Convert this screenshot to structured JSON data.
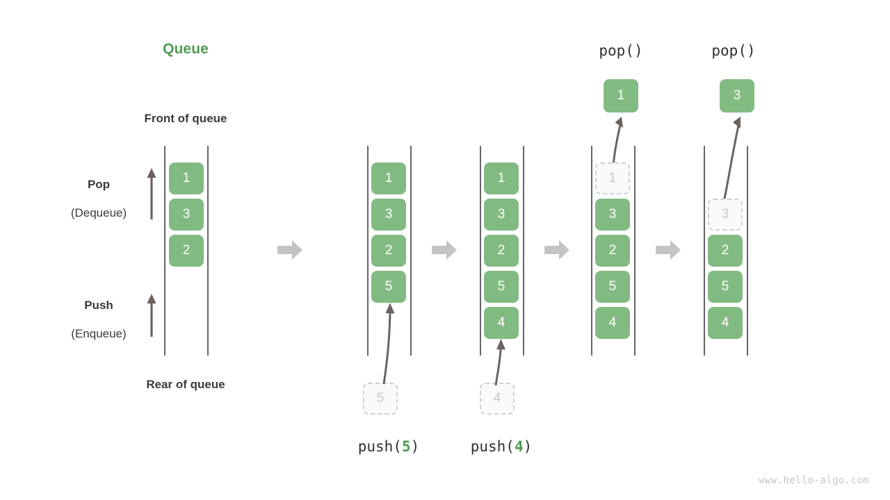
{
  "diagram": {
    "title": "Queue",
    "watermark": "www.hello-algo.com",
    "front_label": "Front of queue",
    "rear_label": "Rear of queue",
    "pop_label": "Pop",
    "pop_sub": "(Dequeue)",
    "push_label": "Push",
    "push_sub": "(Enqueue)",
    "accent_green": "#82bb82",
    "title_green": "#4f9b52",
    "ghost_gray": "#cfcfcf",
    "arrow_gray": "#c4c4c4",
    "stroke_dark": "#4a4a4a"
  },
  "panels": [
    {
      "id": "initial",
      "caption": "",
      "op_label": "",
      "items": [
        "1",
        "3",
        "2"
      ],
      "ghost_index": -1,
      "incoming": null,
      "popped": null
    },
    {
      "id": "after-push-5",
      "caption_parts": {
        "fn": "push(",
        "arg": "5",
        "close": ")"
      },
      "items": [
        "1",
        "3",
        "2",
        "5"
      ],
      "ghost_index": -1,
      "incoming": "5",
      "popped": null
    },
    {
      "id": "after-push-4",
      "caption_parts": {
        "fn": "push(",
        "arg": "4",
        "close": ")"
      },
      "items": [
        "1",
        "3",
        "2",
        "5",
        "4"
      ],
      "ghost_index": -1,
      "incoming": "4",
      "popped": null
    },
    {
      "id": "after-pop-1",
      "op_label": "pop()",
      "items": [
        "1",
        "3",
        "2",
        "5",
        "4"
      ],
      "ghost_index": 0,
      "incoming": null,
      "popped": "1"
    },
    {
      "id": "after-pop-3",
      "op_label": "pop()",
      "items": [
        "3",
        "2",
        "5",
        "4"
      ],
      "ghost_index": 0,
      "incoming": null,
      "popped": "3"
    }
  ]
}
